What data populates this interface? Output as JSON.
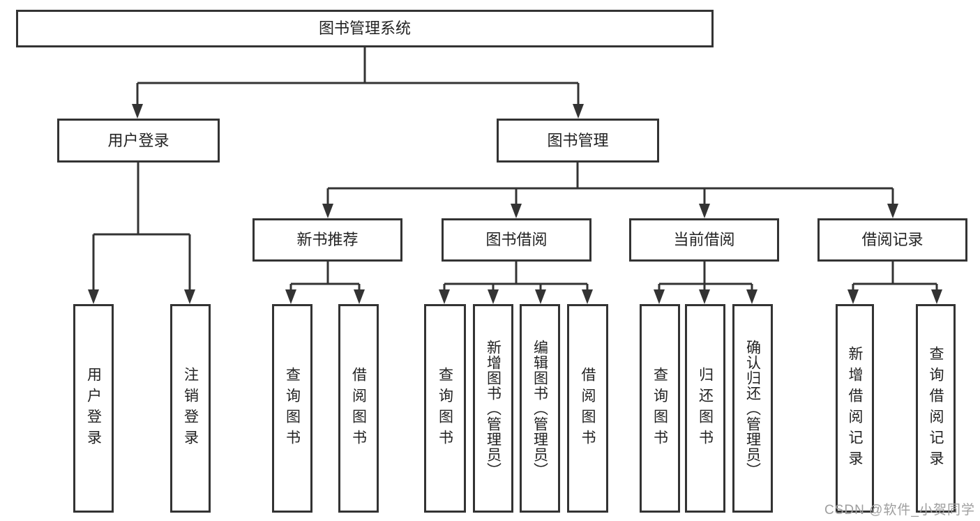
{
  "diagram": {
    "type": "hierarchy",
    "colors": {
      "line": "#333333",
      "box_border": "#333333",
      "text": "#222222",
      "watermark": "#9e9e9e",
      "background": "#ffffff"
    },
    "tree": {
      "label": "图书管理系统",
      "children": [
        {
          "label": "用户登录",
          "children": [
            {
              "label": "用户登录"
            },
            {
              "label": "注销登录"
            }
          ]
        },
        {
          "label": "图书管理",
          "children": [
            {
              "label": "新书推荐",
              "children": [
                {
                  "label": "查询图书"
                },
                {
                  "label": "借阅图书"
                }
              ]
            },
            {
              "label": "图书借阅",
              "children": [
                {
                  "label": "查询图书"
                },
                {
                  "label": "新增图书（管理员）"
                },
                {
                  "label": "编辑图书（管理员）"
                },
                {
                  "label": "借阅图书"
                }
              ]
            },
            {
              "label": "当前借阅",
              "children": [
                {
                  "label": "查询图书"
                },
                {
                  "label": "归还图书"
                },
                {
                  "label": "确认归还（管理员）"
                }
              ]
            },
            {
              "label": "借阅记录",
              "children": [
                {
                  "label": "新增借阅记录"
                },
                {
                  "label": "查询借阅记录"
                }
              ]
            }
          ]
        }
      ]
    },
    "watermark": "CSDN @软件_小贺同学"
  }
}
